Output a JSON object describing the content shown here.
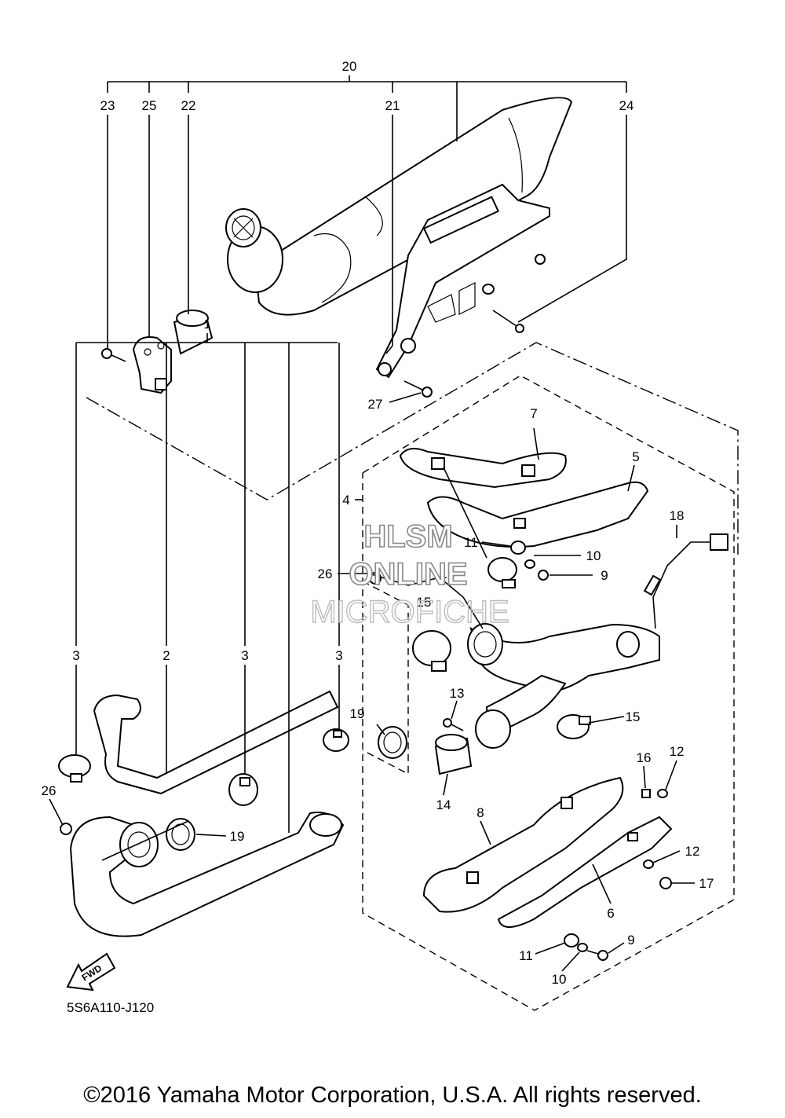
{
  "diagram": {
    "code": "5S6A110-J120",
    "fwd_label": "FWD",
    "copyright": "©2016 Yamaha Motor Corporation, U.S.A. All rights reserved.",
    "watermark": [
      "HLSM",
      "ONLINE",
      "MICROFICHE"
    ],
    "callouts": [
      "20",
      "23",
      "25",
      "22",
      "21",
      "24",
      "27",
      "7",
      "5",
      "4",
      "18",
      "11",
      "10",
      "9",
      "26",
      "15",
      "15",
      "1",
      "3",
      "2",
      "3",
      "3",
      "13",
      "19",
      "15",
      "16",
      "12",
      "26",
      "14",
      "19",
      "8",
      "12",
      "17",
      "6",
      "9",
      "11",
      "10"
    ]
  }
}
